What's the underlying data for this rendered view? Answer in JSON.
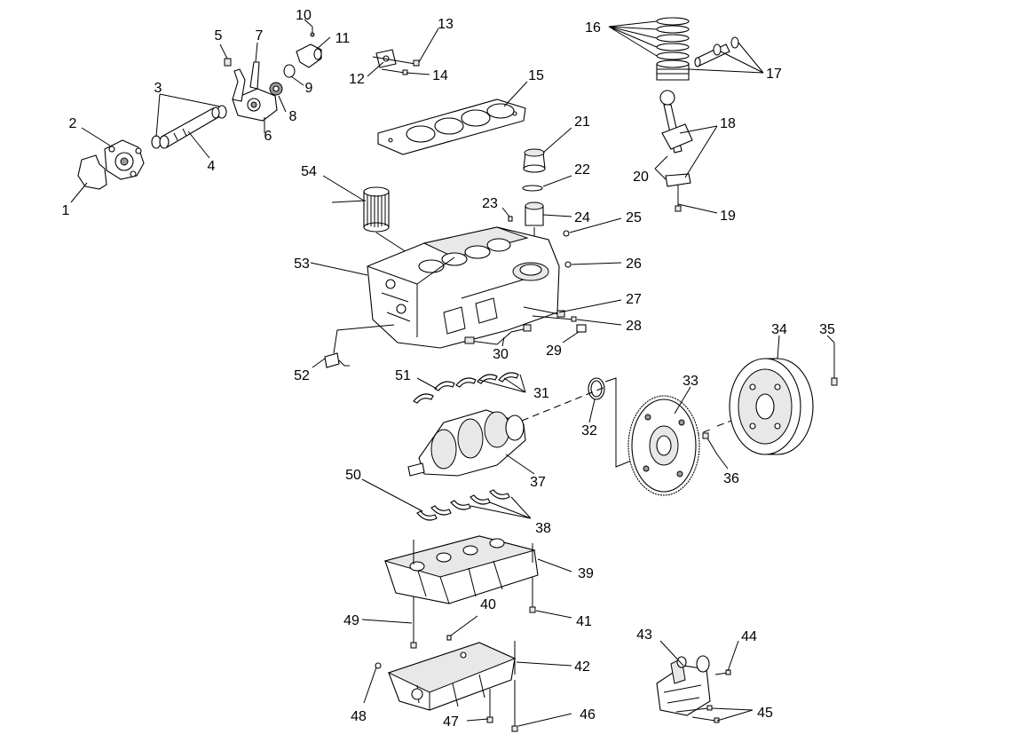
{
  "callouts": [
    "1",
    "2",
    "3",
    "4",
    "5",
    "6",
    "7",
    "8",
    "9",
    "10",
    "11",
    "12",
    "13",
    "14",
    "15",
    "16",
    "17",
    "18",
    "19",
    "20",
    "21",
    "22",
    "23",
    "24",
    "25",
    "26",
    "27",
    "28",
    "29",
    "30",
    "31",
    "32",
    "33",
    "34",
    "35",
    "36",
    "37",
    "38",
    "39",
    "40",
    "41",
    "42",
    "43",
    "44",
    "45",
    "46",
    "47",
    "48",
    "49",
    "50",
    "51",
    "52",
    "53",
    "54"
  ],
  "colors": {
    "line": "#000000",
    "background": "#ffffff",
    "part_fill": "#ffffff",
    "part_shade": "#e8e8e8",
    "dark_shade": "#9a9a9a"
  }
}
